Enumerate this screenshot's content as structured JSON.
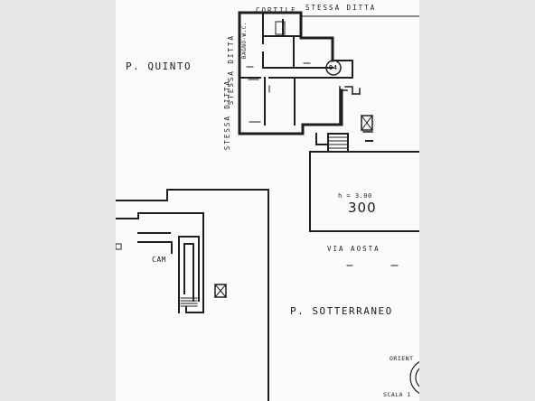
{
  "labels": {
    "floor_fifth": "P. QUINTO",
    "floor_basement": "P. SOTTERRANEO",
    "courtyard": "CORTILE",
    "same_owner_top": "STESSA DITTA",
    "same_owner_left": "STESSA DITTA",
    "same_owner_side": "STESSA DITTA",
    "bathroom_label": "BAGNO-W.C.",
    "unit_number": "94",
    "street": "VIA AOSTA",
    "height_note": "h = 3.00",
    "handwritten_number": "300",
    "cellar": "CAM",
    "orientation": "ORIENT",
    "scale": "SCALA 1"
  }
}
